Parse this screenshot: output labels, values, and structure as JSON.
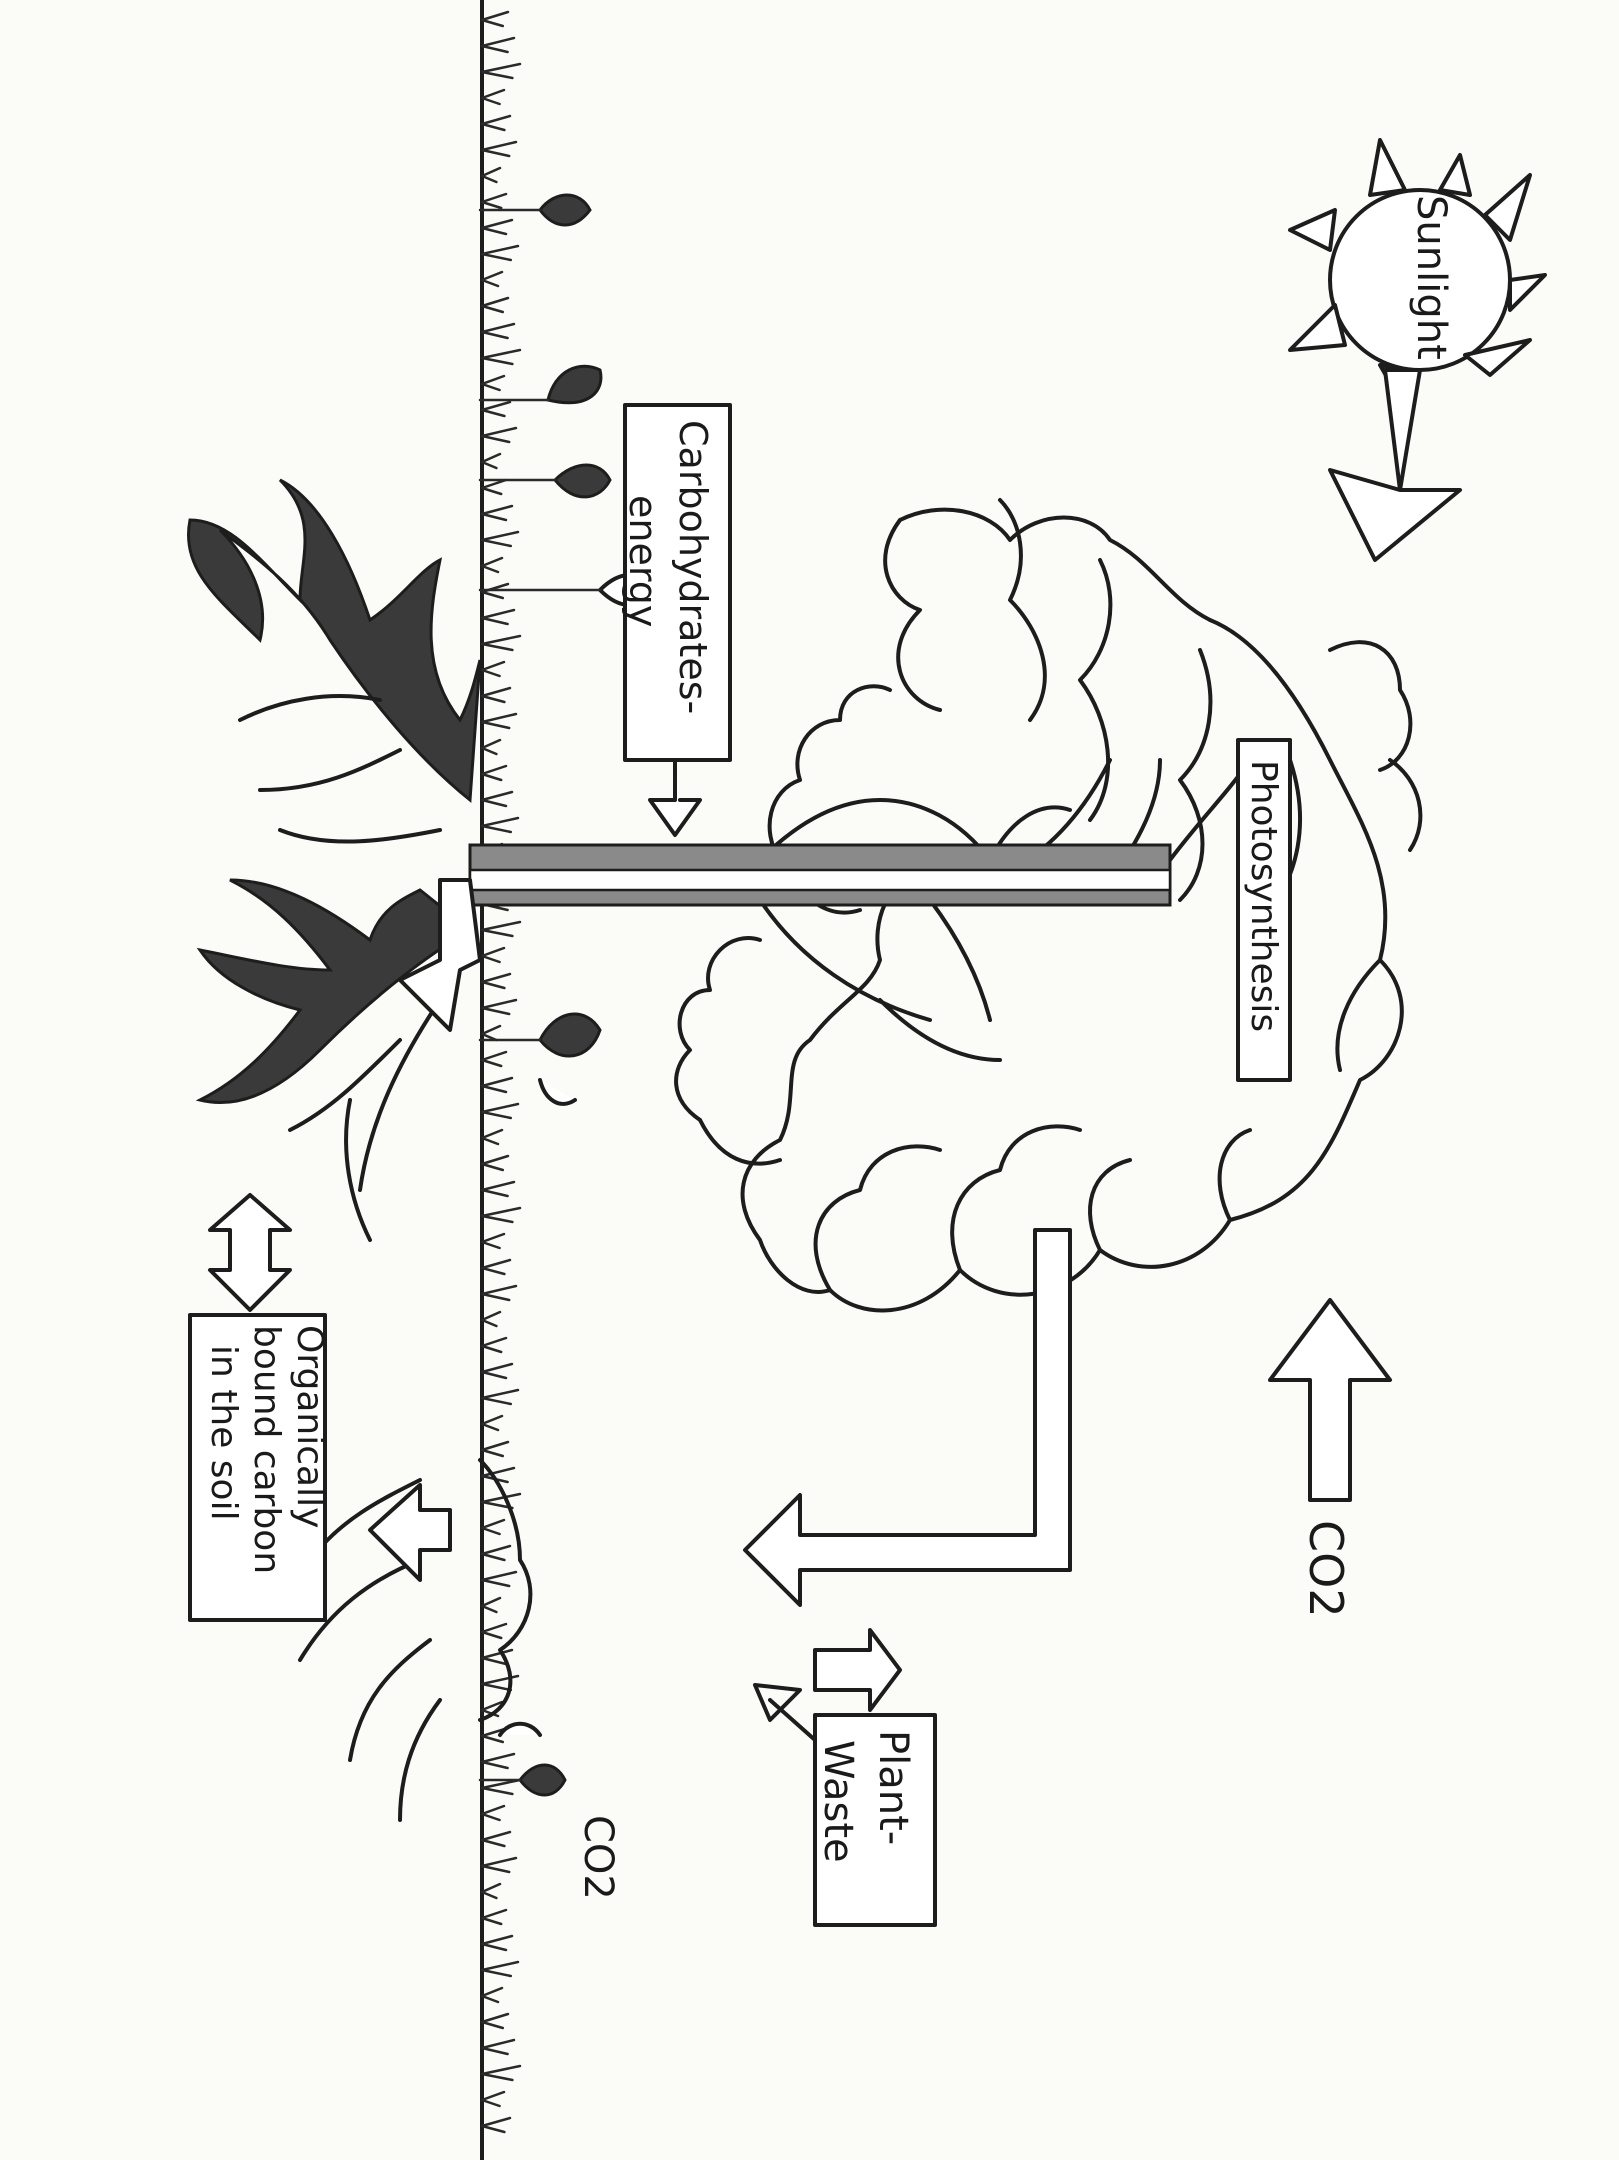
{
  "labels": {
    "sunlight": "Sunlight",
    "photosynthesis": "Photosynthesis",
    "co2_air": "CO2",
    "carbohydrates": [
      "Carbohydrates-",
      "energy"
    ],
    "plant_waste": [
      "Plant-",
      "Waste"
    ],
    "organic_carbon": [
      "Organically",
      "bound carbon",
      "in the soil"
    ],
    "co2_soil": "CO2"
  },
  "colors": {
    "ink": "#1d1d1d",
    "paper": "#fbfbf8",
    "shading": "#3a3a3a"
  }
}
